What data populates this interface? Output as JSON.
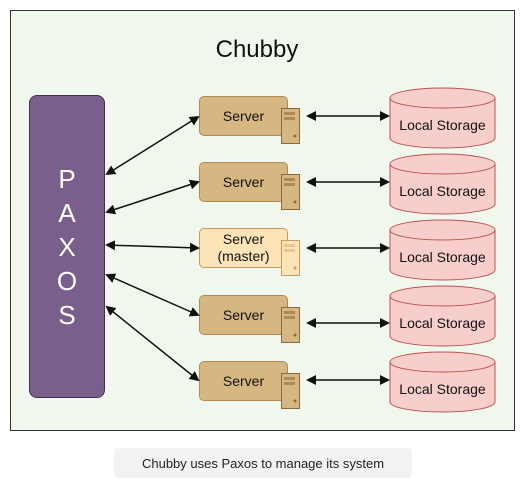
{
  "diagram": {
    "title": "Chubby",
    "paxos_letters": [
      "P",
      "A",
      "X",
      "O",
      "S"
    ],
    "servers": [
      {
        "lines": [
          "Server"
        ],
        "role": "normal"
      },
      {
        "lines": [
          "Server"
        ],
        "role": "normal"
      },
      {
        "lines": [
          "Server",
          "(master)"
        ],
        "role": "master"
      },
      {
        "lines": [
          "Server"
        ],
        "role": "normal"
      },
      {
        "lines": [
          "Server"
        ],
        "role": "normal"
      }
    ],
    "storage_label": "Local Storage",
    "colors": {
      "background": "#f0f8ed",
      "paxos": "#7a5f8d",
      "server": "#d6b781",
      "master": "#fde3b8",
      "storage": "#f8cecc"
    }
  },
  "caption": "Chubby uses Paxos to manage its system"
}
